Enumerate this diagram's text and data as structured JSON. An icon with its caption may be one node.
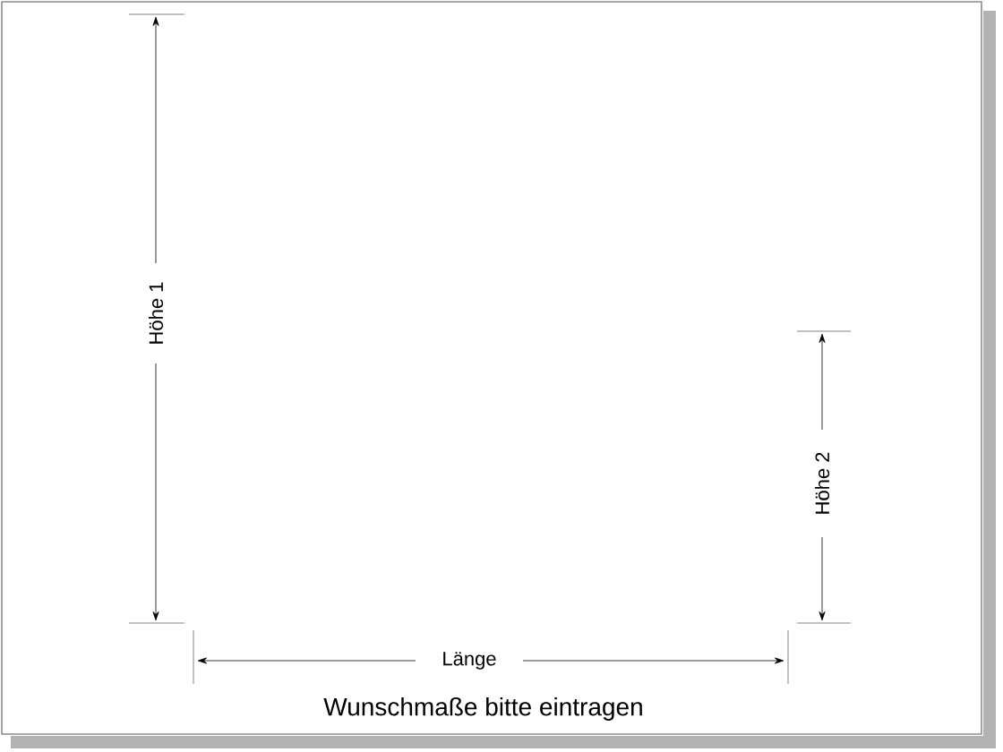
{
  "diagram": {
    "caption": "Wunschmaße bitte eintragen",
    "labels": [
      "Höhe 1",
      "Höhe 2",
      "Länge"
    ]
  }
}
